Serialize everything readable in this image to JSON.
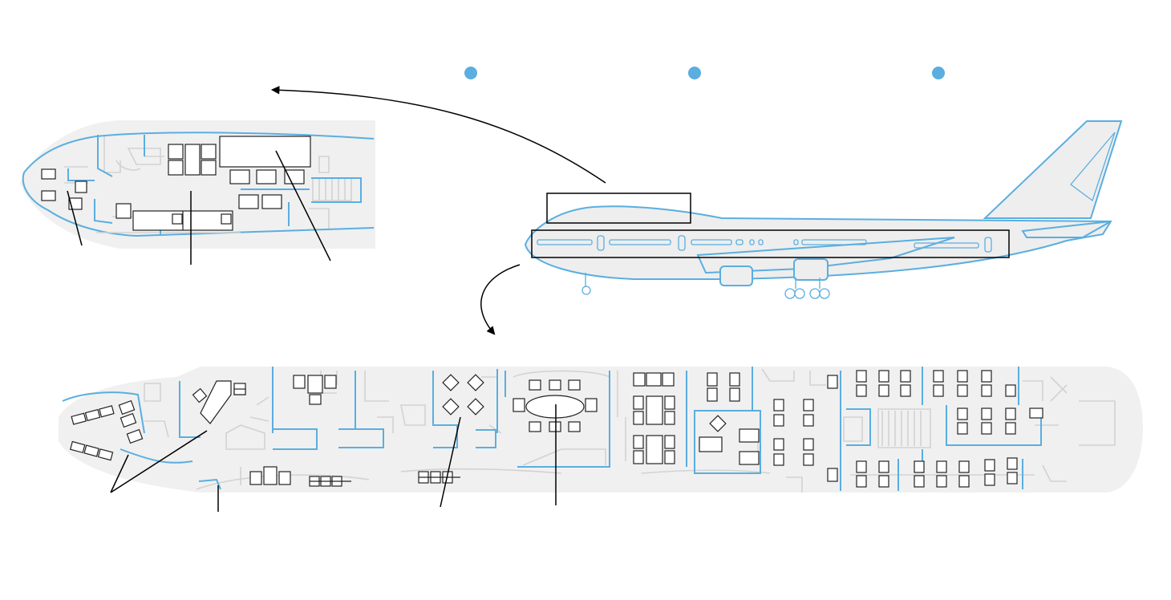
{
  "diagram": {
    "colors": {
      "outline": "#5aaee0",
      "floor": "#f0f0f0",
      "interior": "#d2d2d2",
      "furniture": "#222222",
      "leader": "#000000",
      "dot": "#5aaee0"
    },
    "views": [
      "aircraft-side-view",
      "upper-deck-plan",
      "main-deck-plan"
    ],
    "legend_dots": 3,
    "upper_deck_callouts": 3,
    "main_deck_callouts": 5
  }
}
